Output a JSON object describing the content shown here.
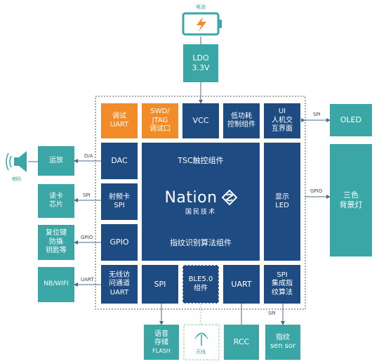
{
  "battery": {
    "label": "电池"
  },
  "ldo": {
    "line1": "LDO",
    "line2": "3.3V"
  },
  "top_row": {
    "debug_uart": {
      "line1": "调试",
      "line2": "UART"
    },
    "swd": {
      "line1": "SWD/",
      "line2": "JTAG",
      "line3": "调试口"
    },
    "vcc": {
      "label": "VCC"
    },
    "low_power": {
      "line1": "低功耗",
      "line2": "控制组件"
    },
    "ui": {
      "line1": "UI",
      "line2": "人机交",
      "line3": "互界面"
    }
  },
  "left_col": {
    "dac": {
      "label": "DAC"
    },
    "rf_card": {
      "line1": "射频卡",
      "line2": "SPI"
    },
    "gpio": {
      "label": "GPIO"
    },
    "wireless": {
      "line1": "无线访",
      "line2": "问通道",
      "line3": "UART"
    }
  },
  "center": {
    "tsc": {
      "label": "TSC触控组件"
    },
    "brand": {
      "name": "Nation",
      "subtitle": "国民技术"
    },
    "fingerprint_algo": {
      "label": "指纹识别算法组件"
    }
  },
  "right_col": {
    "display_led": {
      "line1": "显示",
      "line2": "LED"
    }
  },
  "bottom_row": {
    "spi": {
      "label": "SPI"
    },
    "ble": {
      "line1": "BLE5.0",
      "line2": "组件"
    },
    "uart": {
      "label": "UART"
    },
    "spi_fp": {
      "line1": "SPI",
      "line2": "集成指",
      "line3": "纹算法"
    }
  },
  "external_left": {
    "speaker_label": "喇叭",
    "amp": {
      "label": "运放"
    },
    "card_reader": {
      "line1": "读卡",
      "line2": "芯片"
    },
    "keys": {
      "line1": "复位键",
      "line2": "防撬",
      "line3": "钥匙等"
    },
    "nbwifi": {
      "label": "NB/WIFI"
    }
  },
  "external_right": {
    "oled": {
      "label": "OLED"
    },
    "backlight": {
      "line1": "三色",
      "line2": "背景灯"
    }
  },
  "external_bottom": {
    "voice_flash": {
      "line1": "语音",
      "line2": "存储",
      "line3": "FLASH"
    },
    "antenna": {
      "label": "天线"
    },
    "rcc": {
      "label": "RCC"
    },
    "fp_sensor": {
      "line1": "指纹",
      "line2": "sen sor"
    }
  },
  "connection_labels": {
    "da": "D/A",
    "spi_card": "SPI",
    "gpio": "GPIO",
    "uart": "UART",
    "spi_oled": "SPI",
    "gpio_led": "GPIO",
    "spi_sensor": "SPI"
  },
  "colors": {
    "navy": "#1e4c82",
    "orange": "#f28c28",
    "teal": "#3aa6a6",
    "line": "#4a6a8a"
  }
}
